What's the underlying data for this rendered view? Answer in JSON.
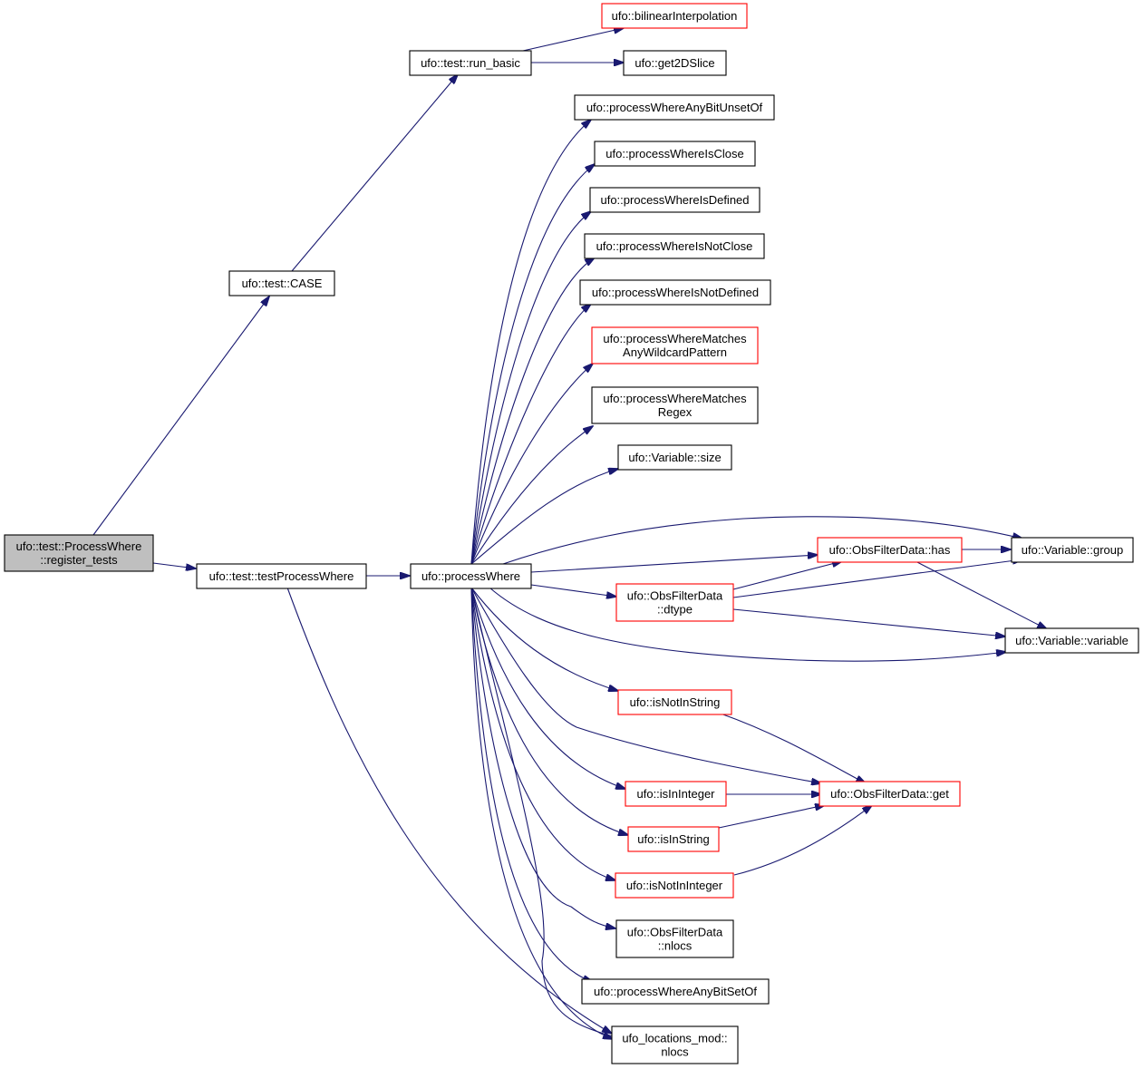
{
  "graph": {
    "edge_color": "#191970",
    "node_border_black": "#000000",
    "node_border_red": "#ff0000",
    "root_fill": "#bfbfbf",
    "nodes": [
      {
        "id": "root",
        "lines": [
          "ufo::test::ProcessWhere",
          "::register_tests"
        ],
        "border": "black",
        "fill": "grey"
      },
      {
        "id": "case",
        "lines": [
          "ufo::test::CASE"
        ],
        "border": "black",
        "fill": "white"
      },
      {
        "id": "run_basic",
        "lines": [
          "ufo::test::run_basic"
        ],
        "border": "black",
        "fill": "white"
      },
      {
        "id": "bilinear",
        "lines": [
          "ufo::bilinearInterpolation"
        ],
        "border": "red",
        "fill": "white"
      },
      {
        "id": "get2d",
        "lines": [
          "ufo::get2DSlice"
        ],
        "border": "black",
        "fill": "white"
      },
      {
        "id": "testpw",
        "lines": [
          "ufo::test::testProcessWhere"
        ],
        "border": "black",
        "fill": "white"
      },
      {
        "id": "pw",
        "lines": [
          "ufo::processWhere"
        ],
        "border": "black",
        "fill": "white"
      },
      {
        "id": "anyunset",
        "lines": [
          "ufo::processWhereAnyBitUnsetOf"
        ],
        "border": "black",
        "fill": "white"
      },
      {
        "id": "isclose",
        "lines": [
          "ufo::processWhereIsClose"
        ],
        "border": "black",
        "fill": "white"
      },
      {
        "id": "isdefined",
        "lines": [
          "ufo::processWhereIsDefined"
        ],
        "border": "black",
        "fill": "white"
      },
      {
        "id": "isnotclose",
        "lines": [
          "ufo::processWhereIsNotClose"
        ],
        "border": "black",
        "fill": "white"
      },
      {
        "id": "isnotdefined",
        "lines": [
          "ufo::processWhereIsNotDefined"
        ],
        "border": "black",
        "fill": "white"
      },
      {
        "id": "wildcard",
        "lines": [
          "ufo::processWhereMatches",
          "AnyWildcardPattern"
        ],
        "border": "red",
        "fill": "white"
      },
      {
        "id": "regex",
        "lines": [
          "ufo::processWhereMatches",
          "Regex"
        ],
        "border": "black",
        "fill": "white"
      },
      {
        "id": "varsize",
        "lines": [
          "ufo::Variable::size"
        ],
        "border": "black",
        "fill": "white"
      },
      {
        "id": "has",
        "lines": [
          "ufo::ObsFilterData::has"
        ],
        "border": "red",
        "fill": "white"
      },
      {
        "id": "group",
        "lines": [
          "ufo::Variable::group"
        ],
        "border": "black",
        "fill": "white"
      },
      {
        "id": "dtype",
        "lines": [
          "ufo::ObsFilterData",
          "::dtype"
        ],
        "border": "red",
        "fill": "white"
      },
      {
        "id": "variable",
        "lines": [
          "ufo::Variable::variable"
        ],
        "border": "black",
        "fill": "white"
      },
      {
        "id": "isnotinstring",
        "lines": [
          "ufo::isNotInString"
        ],
        "border": "red",
        "fill": "white"
      },
      {
        "id": "get",
        "lines": [
          "ufo::ObsFilterData::get"
        ],
        "border": "red",
        "fill": "white"
      },
      {
        "id": "isininteger",
        "lines": [
          "ufo::isInInteger"
        ],
        "border": "red",
        "fill": "white"
      },
      {
        "id": "isinstring",
        "lines": [
          "ufo::isInString"
        ],
        "border": "red",
        "fill": "white"
      },
      {
        "id": "isnotininteger",
        "lines": [
          "ufo::isNotInInteger"
        ],
        "border": "red",
        "fill": "white"
      },
      {
        "id": "nlocs",
        "lines": [
          "ufo::ObsFilterData",
          "::nlocs"
        ],
        "border": "black",
        "fill": "white"
      },
      {
        "id": "anyset",
        "lines": [
          "ufo::processWhereAnyBitSetOf"
        ],
        "border": "black",
        "fill": "white"
      },
      {
        "id": "locnlocs",
        "lines": [
          "ufo_locations_mod::",
          "nlocs"
        ],
        "border": "black",
        "fill": "white"
      }
    ]
  }
}
